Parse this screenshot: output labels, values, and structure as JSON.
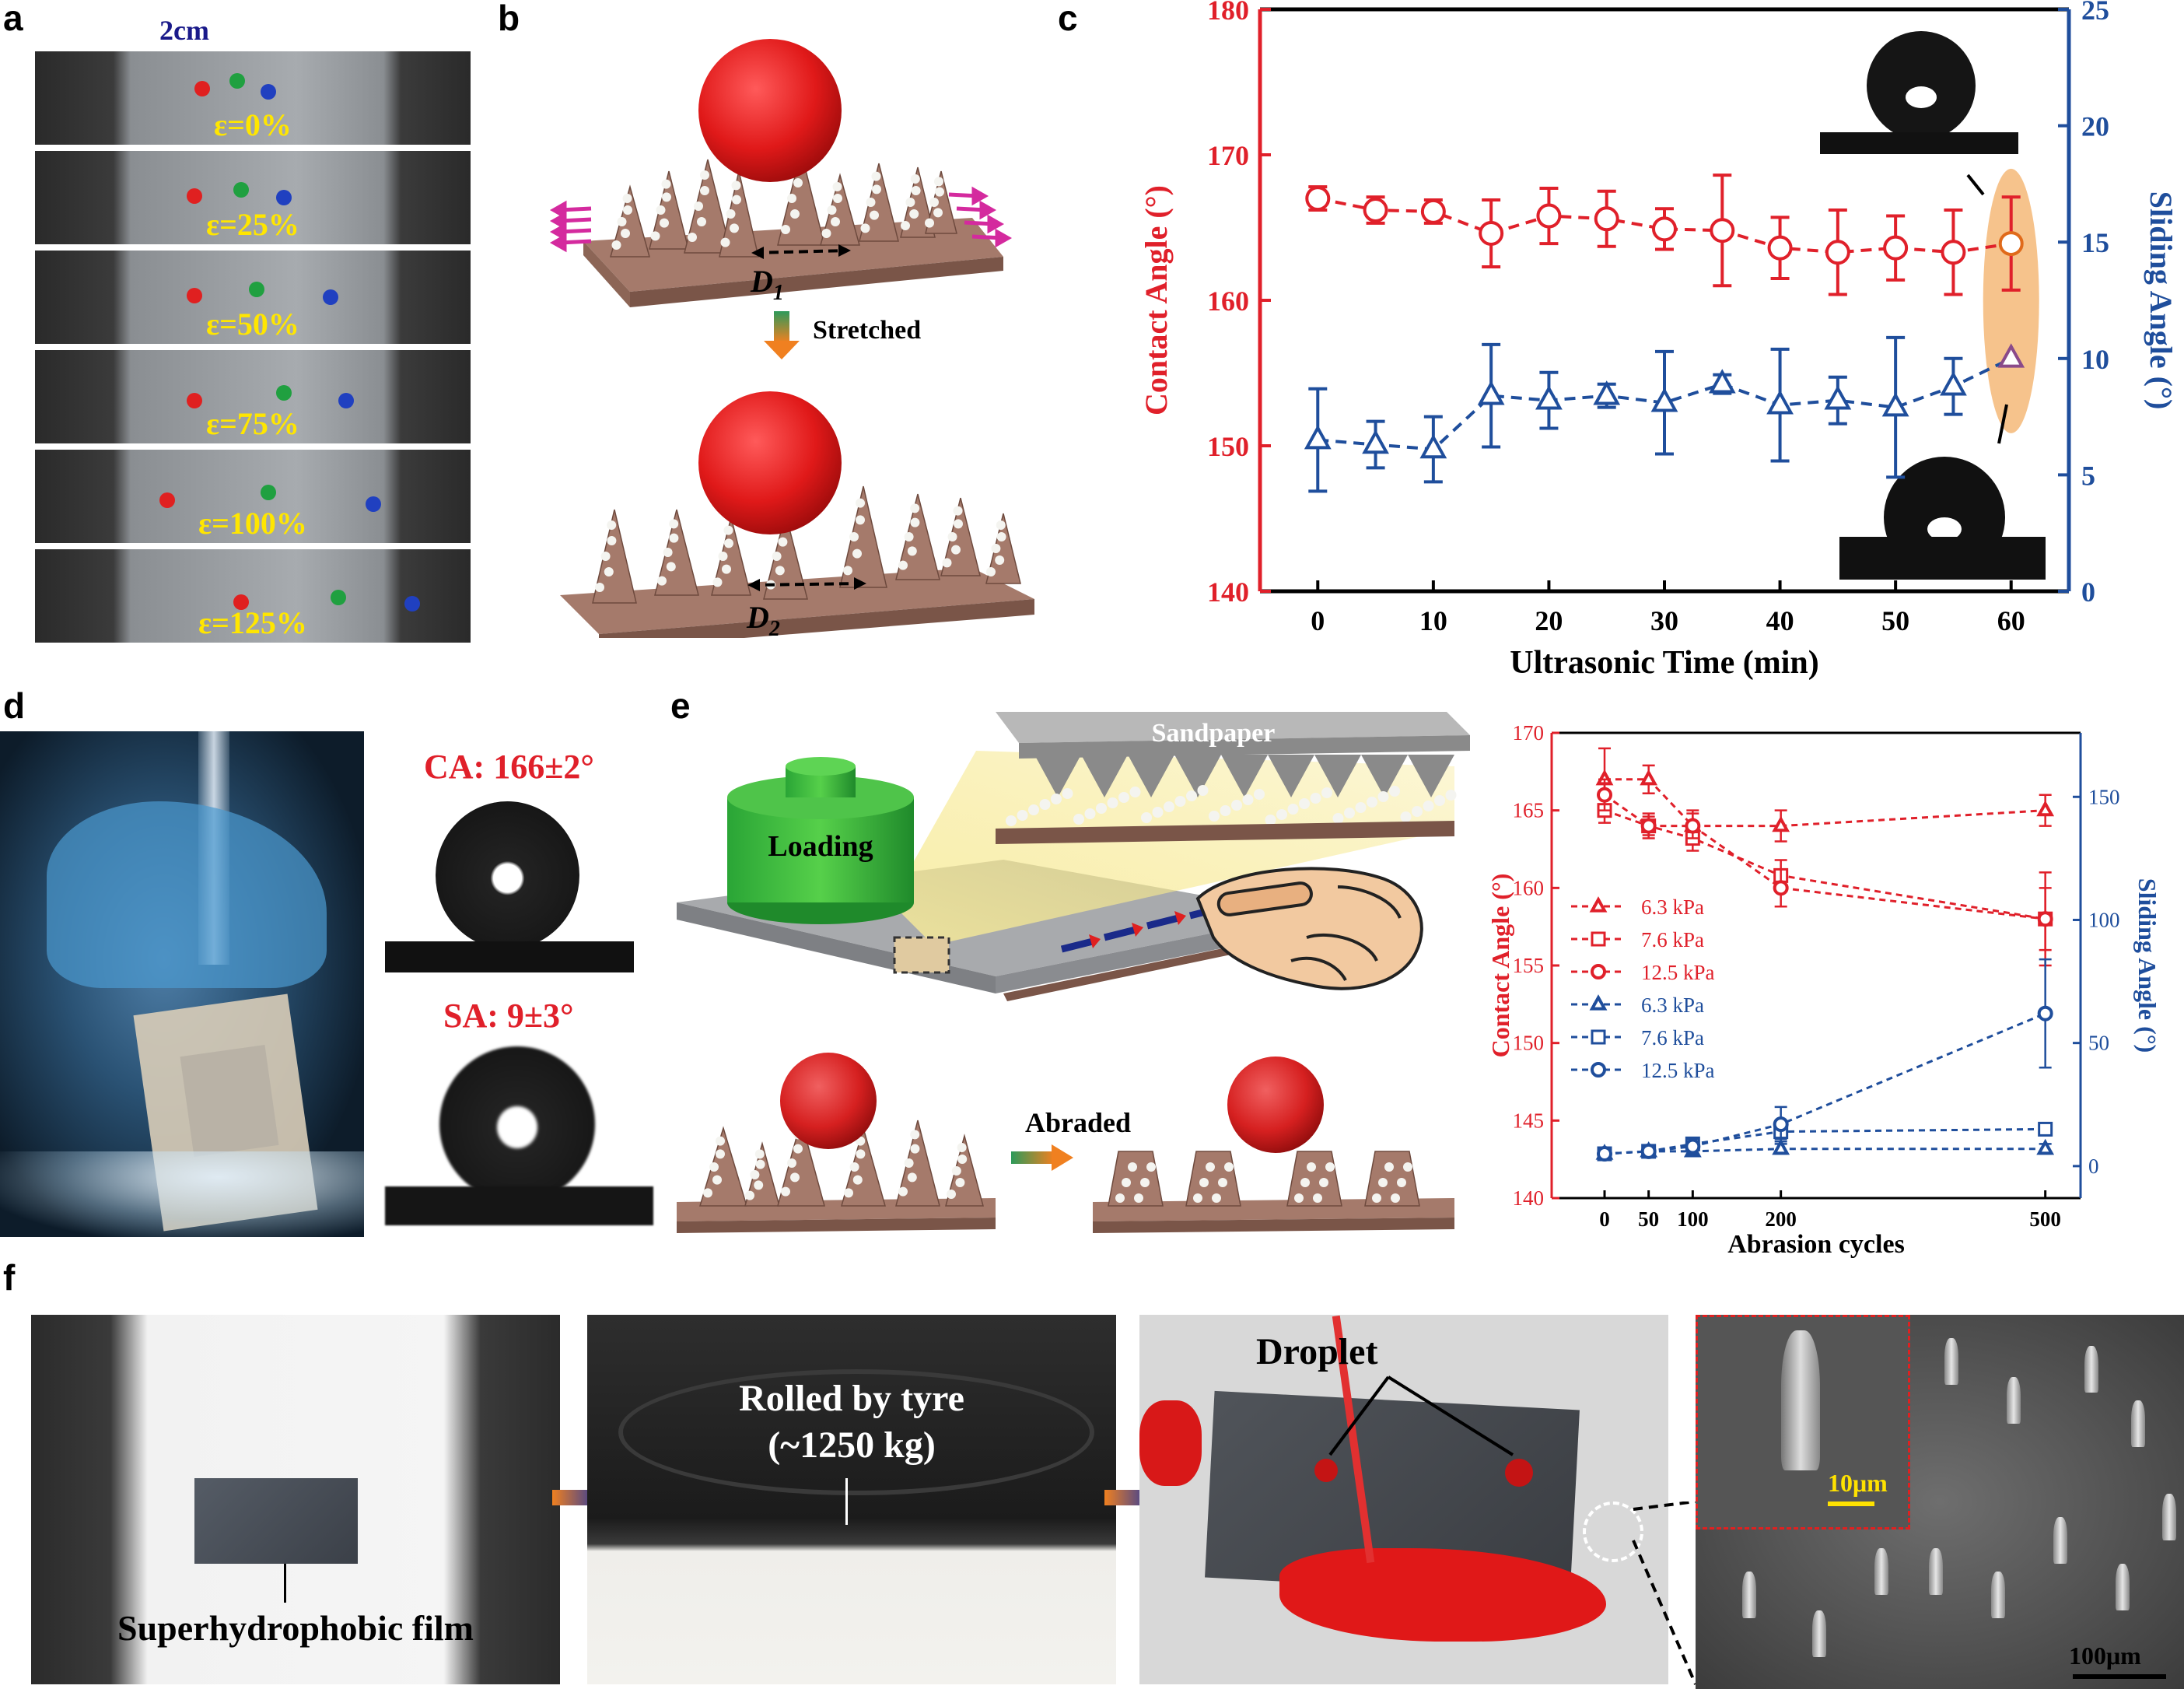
{
  "panels": {
    "a": "a",
    "b": "b",
    "c": "c",
    "d": "d",
    "e": "e",
    "f": "f"
  },
  "panel_a": {
    "scale": "2cm",
    "strains": [
      "ε=0%",
      "ε=25%",
      "ε=50%",
      "ε=75%",
      "ε=100%",
      "ε=125%"
    ]
  },
  "panel_b": {
    "d1": "D",
    "d1_sub": "1",
    "stretched": "Stretched",
    "d2": "D",
    "d2_sub": "2"
  },
  "panel_d": {
    "ca": "CA: 166±2°",
    "sa": "SA: 9±3°"
  },
  "panel_e": {
    "sandpaper": "Sandpaper",
    "loading": "Loading",
    "abraded": "Abraded"
  },
  "panel_f": {
    "film": "Superhydrophobic film",
    "tyre_line1": "Rolled by tyre",
    "tyre_line2": "(~1250 kg)",
    "droplet": "Droplet",
    "scale_inset": "10μm",
    "scale_main": "100μm"
  },
  "colors": {
    "red": "#e0202a",
    "blue": "#1f4e9c",
    "orange": "#f5b978"
  },
  "chart_data": [
    {
      "id": "c",
      "type": "scatter",
      "xlabel": "Ultrasonic Time (min)",
      "ylabel_left": "Contact Angle (°)",
      "ylabel_right": "Sliding Angle (°)",
      "xlim": [
        -5,
        65
      ],
      "ylim_left": [
        140,
        180
      ],
      "ylim_right": [
        0,
        25
      ],
      "xticks": [
        0,
        10,
        20,
        30,
        40,
        50,
        60
      ],
      "yticks_left": [
        140,
        150,
        160,
        170,
        180
      ],
      "yticks_right": [
        0,
        5,
        10,
        15,
        20,
        25
      ],
      "x": [
        0,
        5,
        10,
        15,
        20,
        25,
        30,
        35,
        40,
        45,
        50,
        55,
        60
      ],
      "series": [
        {
          "axis": "left",
          "marker": "circle",
          "color": "#e0202a",
          "values": [
            167,
            166.2,
            166.1,
            164.6,
            165.8,
            165.6,
            164.9,
            164.8,
            163.6,
            163.3,
            163.6,
            163.3,
            163.9
          ],
          "errors": [
            0.8,
            0.9,
            0.8,
            2.3,
            1.9,
            1.9,
            1.4,
            3.8,
            2.1,
            2.9,
            2.2,
            2.9,
            3.2
          ]
        },
        {
          "axis": "right",
          "marker": "triangle",
          "color": "#1f4e9c",
          "values": [
            6.5,
            6.3,
            6.1,
            8.4,
            8.2,
            8.4,
            8.1,
            8.9,
            8.0,
            8.2,
            7.9,
            8.8,
            10.0
          ],
          "errors": [
            2.2,
            1.0,
            1.4,
            2.2,
            1.2,
            0.5,
            2.2,
            0.4,
            2.4,
            1.0,
            3.0,
            1.2,
            0
          ]
        }
      ]
    },
    {
      "id": "e",
      "type": "line",
      "xlabel": "Abrasion cycles",
      "ylabel_left": "Contact Angle (°)",
      "ylabel_right": "Sliding Angle (°)",
      "xlim": [
        -60,
        540
      ],
      "ylim_left": [
        140,
        170
      ],
      "ylim_right": [
        -13,
        176
      ],
      "xticks": [
        0,
        50,
        100,
        200,
        500
      ],
      "yticks_left": [
        140,
        145,
        150,
        155,
        160,
        165,
        170
      ],
      "yticks_right": [
        0,
        50,
        100,
        150
      ],
      "x": [
        0,
        50,
        100,
        200,
        500
      ],
      "legend_position": "center-left",
      "series": [
        {
          "name": "6.3 kPa",
          "axis": "left",
          "marker": "triangle",
          "color": "#e0202a",
          "values": [
            167,
            167,
            164,
            164,
            165
          ],
          "errors": [
            2.0,
            0.9,
            1.0,
            1.0,
            1.0
          ]
        },
        {
          "name": "7.6 kPa",
          "axis": "left",
          "marker": "square",
          "color": "#e0202a",
          "values": [
            165,
            164,
            163.2,
            160.8,
            158
          ],
          "errors": [
            0.8,
            0.8,
            0.8,
            1.0,
            3.0
          ]
        },
        {
          "name": "12.5 kPa",
          "axis": "left",
          "marker": "circle",
          "color": "#e0202a",
          "values": [
            166,
            164,
            164,
            160,
            158
          ],
          "errors": [
            1.0,
            0.6,
            0.8,
            1.2,
            2.0
          ]
        },
        {
          "name": "6.3 kPa",
          "axis": "right",
          "marker": "triangle",
          "color": "#1f4e9c",
          "values": [
            5,
            6,
            6,
            7,
            7
          ],
          "errors": [
            1,
            1,
            1,
            2,
            2
          ]
        },
        {
          "name": "7.6 kPa",
          "axis": "right",
          "marker": "square",
          "color": "#1f4e9c",
          "values": [
            5,
            6,
            9,
            14,
            15
          ],
          "errors": [
            1,
            1,
            2,
            3,
            2
          ]
        },
        {
          "name": "12.5 kPa",
          "axis": "right",
          "marker": "circle",
          "color": "#1f4e9c",
          "values": [
            5,
            6,
            8,
            17,
            62
          ],
          "errors": [
            1,
            1,
            3,
            7,
            22
          ]
        }
      ]
    }
  ]
}
